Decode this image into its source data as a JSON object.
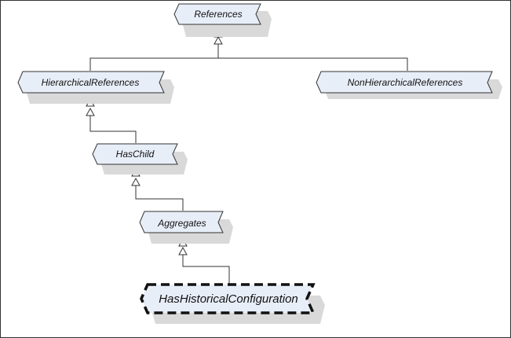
{
  "diagram": {
    "nodes": {
      "references": "References",
      "hierarchical": "HierarchicalReferences",
      "nonhierarchical": "NonHierarchicalReferences",
      "haschild": "HasChild",
      "aggregates": "Aggregates",
      "hashistorical": "HasHistoricalConfiguration"
    },
    "colors": {
      "node_fill": "#e8eef8",
      "shadow": "#d9d9d9",
      "stroke": "#333333",
      "frame": "#333333"
    }
  }
}
